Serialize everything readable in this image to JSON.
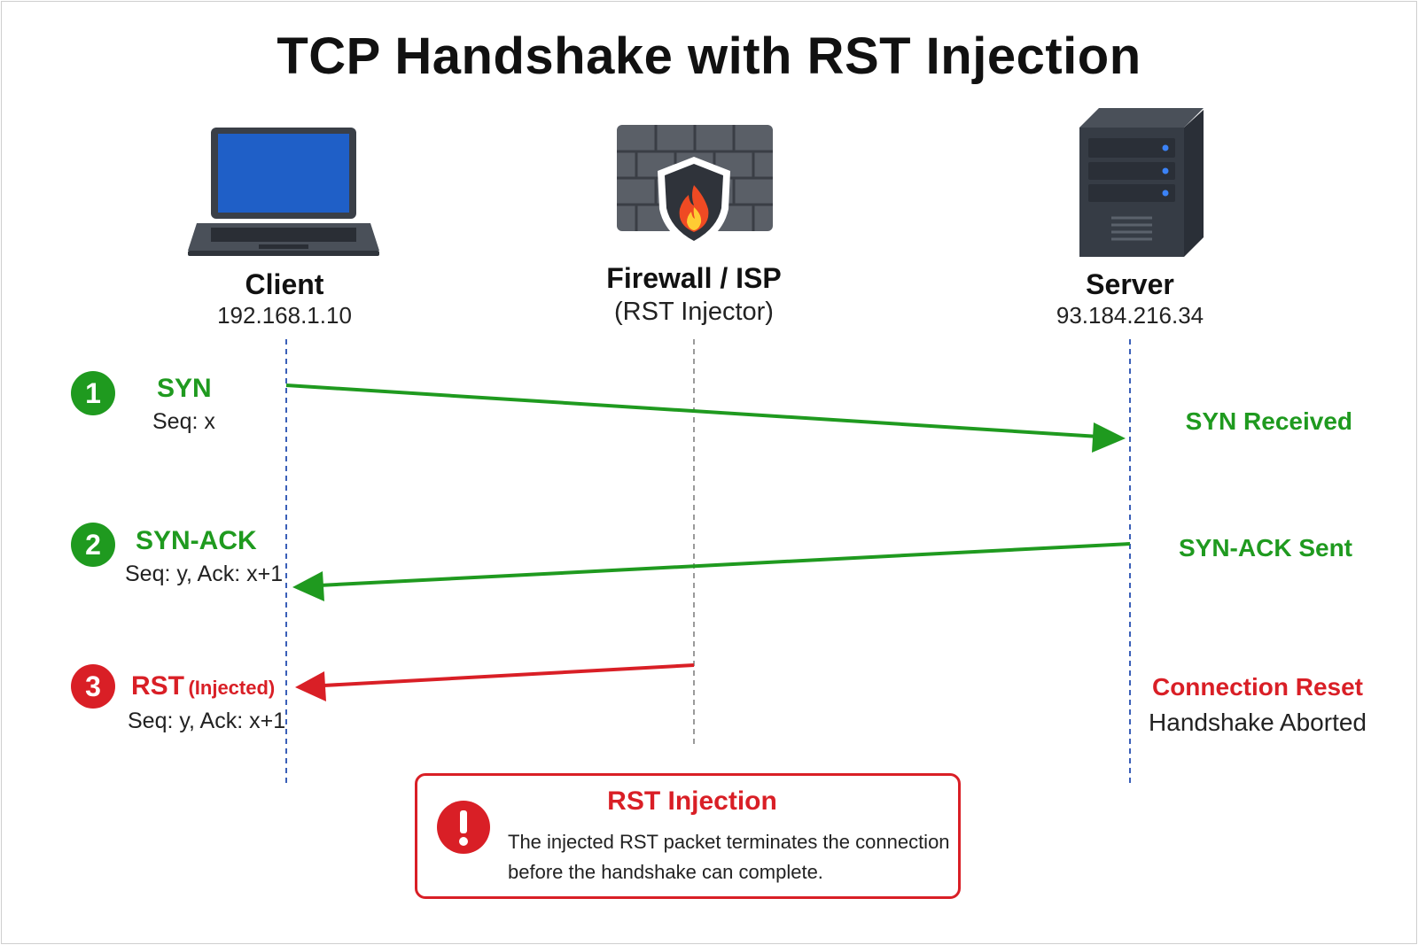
{
  "title": "TCP Handshake with RST Injection",
  "colors": {
    "green": "#1f9a1f",
    "red": "#d91f26",
    "blue_dash": "#3a5fb8",
    "gray_dash": "#9a9a9a"
  },
  "entities": {
    "client": {
      "name": "Client",
      "address": "192.168.1.10",
      "icon": "laptop-icon"
    },
    "firewall": {
      "name": "Firewall / ISP",
      "role": "(RST Injector)",
      "icon": "firewall-icon"
    },
    "server": {
      "name": "Server",
      "address": "93.184.216.34",
      "icon": "server-icon"
    }
  },
  "steps": [
    {
      "number": "1",
      "label": "SYN",
      "label_suffix": "",
      "detail": "Seq: x",
      "status": "SYN Received",
      "status_detail": "",
      "color": "#1f9a1f"
    },
    {
      "number": "2",
      "label": "SYN-ACK",
      "label_suffix": "",
      "detail": "Seq: y, Ack: x+1",
      "status": "SYN-ACK Sent",
      "status_detail": "",
      "color": "#1f9a1f"
    },
    {
      "number": "3",
      "label": "RST",
      "label_suffix": "(Injected)",
      "detail": "Seq: y, Ack: x+1",
      "status": "Connection Reset",
      "status_detail": "Handshake Aborted",
      "color": "#d91f26"
    }
  ],
  "note": {
    "title": "RST Injection",
    "lines": [
      "The injected RST packet terminates the connection",
      "before the handshake can complete."
    ],
    "icon": "alert-icon"
  }
}
